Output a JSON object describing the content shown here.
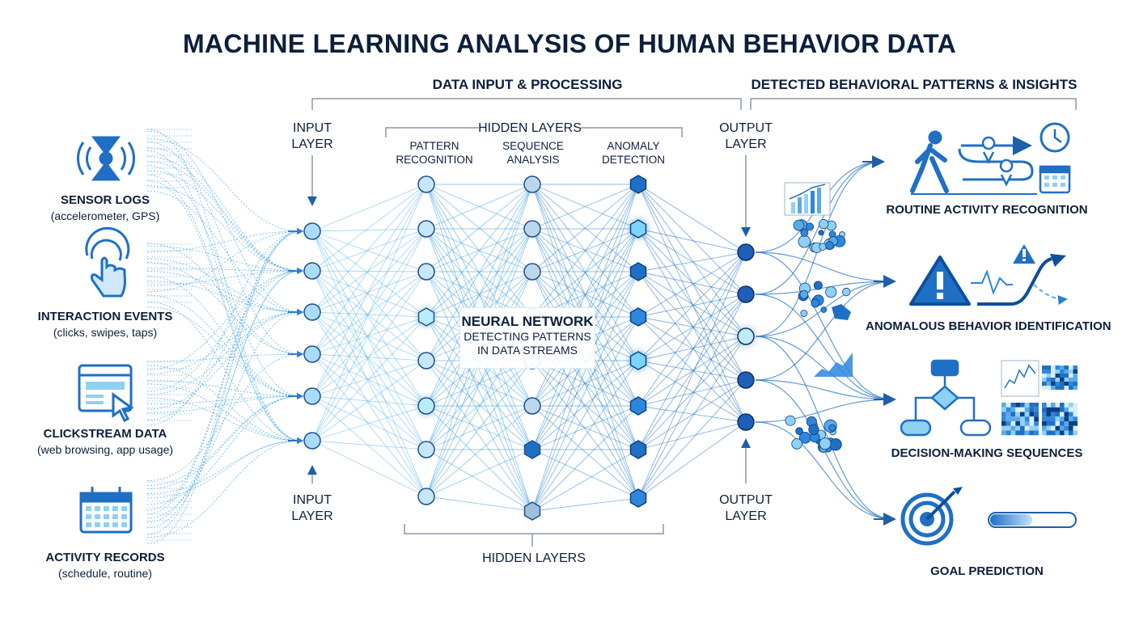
{
  "title": "MACHINE LEARNING ANALYSIS OF HUMAN BEHAVIOR DATA",
  "sections": {
    "input_processing": "DATA INPUT & PROCESSING",
    "insights": "DETECTED BEHAVIORAL PATTERNS & INSIGHTS"
  },
  "layers": {
    "input_top": [
      "INPUT",
      "LAYER"
    ],
    "input_bottom": [
      "INPUT",
      "LAYER"
    ],
    "hidden_top": "HIDDEN LAYERS",
    "hidden_bottom": "HIDDEN LAYERS",
    "output_top": [
      "OUTPUT",
      "LAYER"
    ],
    "output_bottom": [
      "OUTPUT",
      "LAYER"
    ],
    "hidden_sublayers": [
      [
        "PATTERN",
        "RECOGNITION"
      ],
      [
        "SEQUENCE",
        "ANALYSIS"
      ],
      [
        "ANOMALY",
        "DETECTION"
      ]
    ]
  },
  "network": {
    "title": "NEURAL NETWORK",
    "subtitle": [
      "DETECTING PATTERNS",
      "IN DATA STREAMS"
    ],
    "node_counts": [
      6,
      8,
      8,
      8,
      5
    ]
  },
  "data_sources": [
    {
      "name": "SENSOR LOGS",
      "desc": "(accelerometer, GPS)",
      "icon": "sensor-signal-icon"
    },
    {
      "name": "INTERACTION EVENTS",
      "desc": "(clicks, swipes, taps)",
      "icon": "touch-hand-icon"
    },
    {
      "name": "CLICKSTREAM DATA",
      "desc": "(web browsing, app usage)",
      "icon": "browser-cursor-icon"
    },
    {
      "name": "ACTIVITY RECORDS",
      "desc": "(schedule, routine)",
      "icon": "calendar-icon"
    }
  ],
  "outputs": [
    {
      "name": "ROUTINE ACTIVITY RECOGNITION",
      "icon": "walking-person-icon"
    },
    {
      "name": "ANOMALOUS BEHAVIOR IDENTIFICATION",
      "icon": "warning-triangle-icon"
    },
    {
      "name": "DECISION-MAKING SEQUENCES",
      "icon": "flowchart-icon"
    },
    {
      "name": "GOAL PREDICTION",
      "icon": "target-icon",
      "progress": 0.5
    }
  ],
  "colors": {
    "dark_navy": "#0d1f3c",
    "primary_blue": "#1f6fc5",
    "light_blue": "#8fd0f5",
    "accent": "#2e86de"
  }
}
